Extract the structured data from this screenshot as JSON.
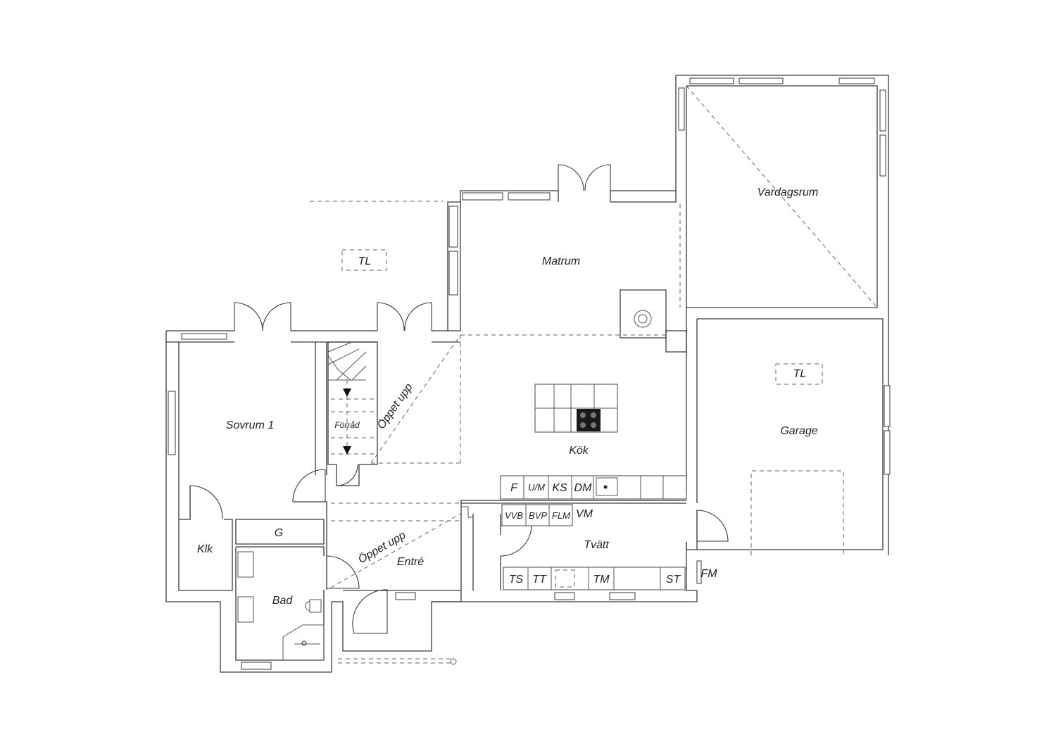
{
  "rooms": {
    "vardagsrum": "Vardagsrum",
    "matrum": "Matrum",
    "kok": "Kök",
    "sovrum1": "Sovrum 1",
    "forrad": "Förråd",
    "garage": "Garage",
    "tvatt": "Tvätt",
    "entre": "Entré",
    "bad": "Bad",
    "klk": "Klk",
    "g": "G"
  },
  "annotations": {
    "tl_1": "TL",
    "tl_2": "TL",
    "oppet_upp_1": "Öppet upp",
    "oppet_upp_2": "Öppet upp",
    "fm": "FM",
    "vm": "VM"
  },
  "kitchen_units": {
    "f": "F",
    "um": "U/M",
    "ks": "KS",
    "dm": "DM"
  },
  "laundry_units": {
    "vvb": "VVB",
    "bvp": "BVP",
    "flm": "FLM",
    "ts": "TS",
    "tt": "TT",
    "tm": "TM",
    "st": "ST"
  }
}
